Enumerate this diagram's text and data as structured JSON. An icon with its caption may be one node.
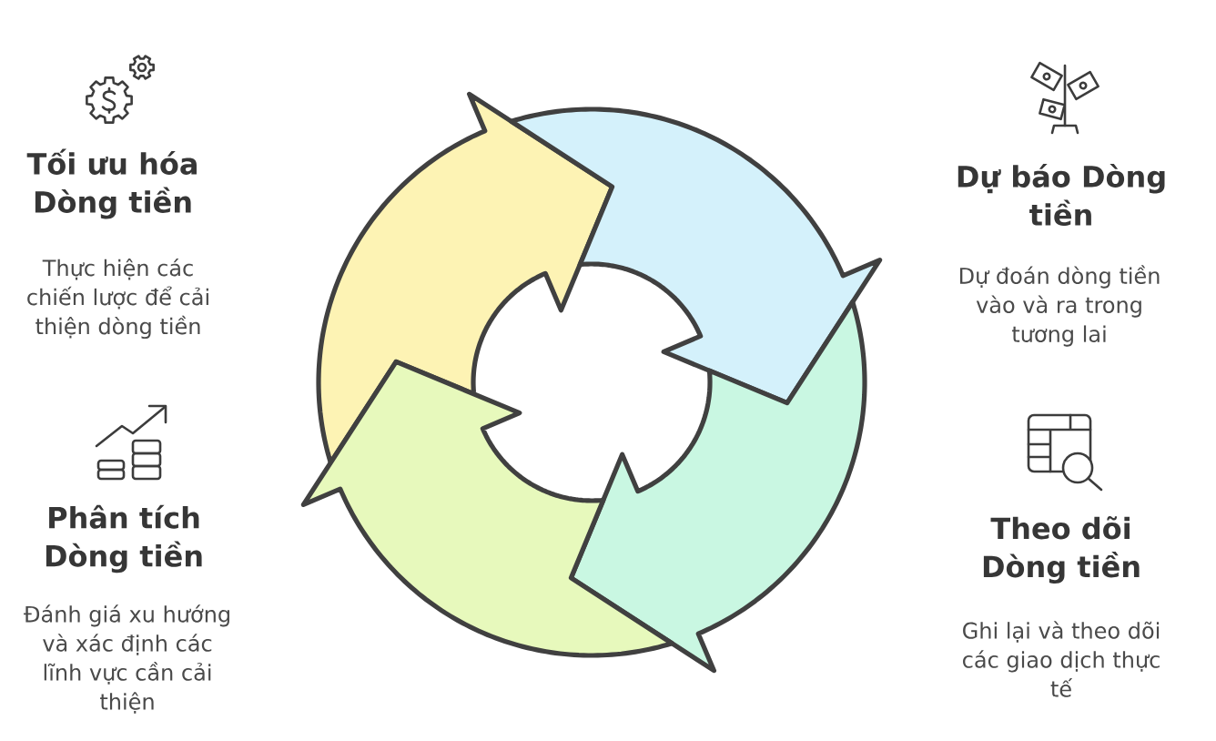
{
  "diagram": {
    "nodes": [
      {
        "text": [
          "Tối ưu hóa Dòng tiền",
          "Thực hiện các chiến lược để cải thiện dòng tiền"
        ]
      },
      {
        "text": [
          "Dự báo Dòng tiền",
          "Dự đoán dòng tiền vào và ra trong tương lai"
        ]
      },
      {
        "text": [
          "Phân tích Dòng tiền",
          "Đánh giá xu hướng và xác định các lĩnh vực cần cải thiện"
        ]
      },
      {
        "text": [
          "Theo dõi Dòng tiền",
          "Ghi lại và theo dõi các giao dịch thực tế"
        ]
      }
    ]
  }
}
